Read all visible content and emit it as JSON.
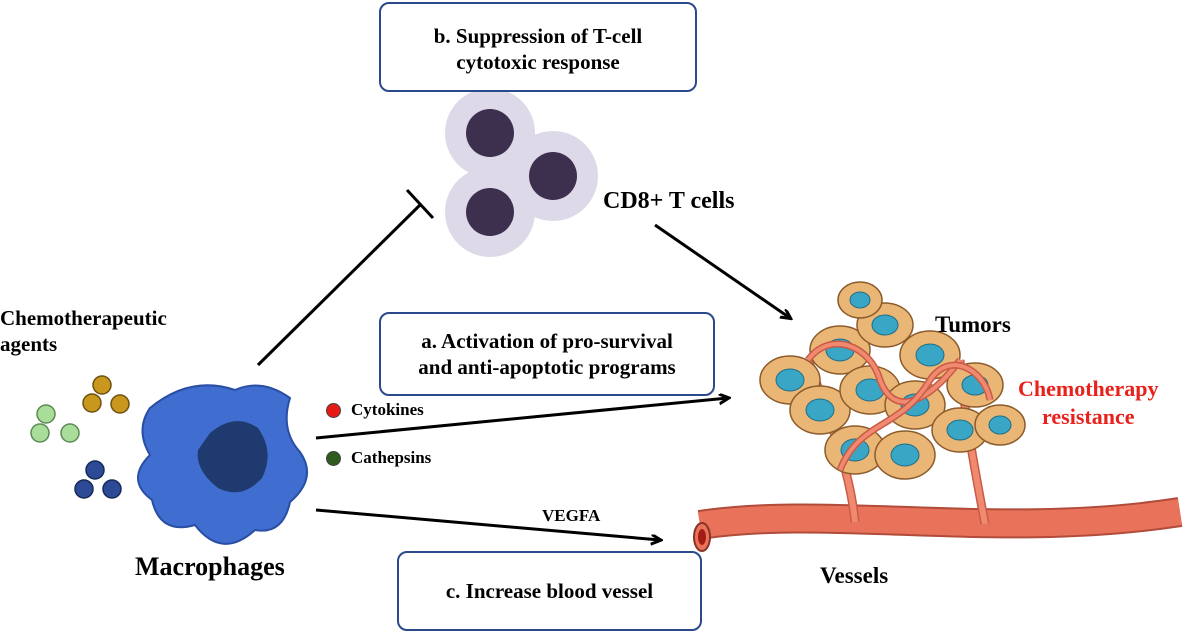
{
  "colors": {
    "box_border": "#2b4a8c",
    "macrophage": "#3f6ed0",
    "macrophage_nucleus": "#1f3a6e",
    "tcell_halo": "#ddd9e8",
    "tcell_nucleus": "#3d2f4e",
    "cytokines": "#e51b14",
    "cathepsins": "#2d5a1e",
    "vessel": "#e8735a",
    "tumor_cell": "#eab676",
    "tumor_nucleus": "#3aa6c6",
    "resistance_text": "#e8211b",
    "drug_light_green": "#a9dd9a",
    "drug_gold": "#c9961e",
    "drug_navy": "#2c4a95"
  },
  "boxes": {
    "b": {
      "line1": "b. Suppression of T-cell",
      "line2": "cytotoxic response"
    },
    "a": {
      "line1": "a. Activation of pro-survival",
      "line2": "and anti-apoptotic programs"
    },
    "c": {
      "line1": "c. Increase blood vessel"
    }
  },
  "labels": {
    "chemo_line1": "Chemotherapeutic",
    "chemo_line2": "agents",
    "macrophages": "Macrophages",
    "cd8": "CD8+ T cells",
    "tumors": "Tumors",
    "vessels": "Vessels",
    "vegfa": "VEGFA",
    "resistance_line1": "Chemotherapy",
    "resistance_line2": "resistance"
  },
  "legend": {
    "cytokines": "Cytokines",
    "cathepsins": "Cathepsins"
  },
  "icons": [
    "macrophage-cell",
    "cd8-t-cell-cluster",
    "tumor-mass",
    "blood-vessel",
    "drug-molecule-dots"
  ]
}
